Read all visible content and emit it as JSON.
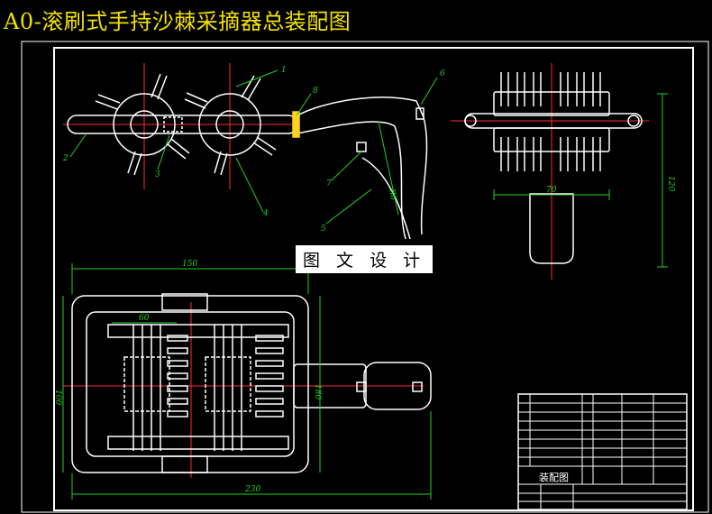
{
  "title": "A0-滚刷式手持沙棘采摘器总装配图",
  "watermark": "图 文 设 计",
  "colors": {
    "background": "#000000",
    "title": "#f2e200",
    "outline": "#ffffff",
    "center_line": "#ff2a2a",
    "leader": "#22d022",
    "highlight": "#ffd21e"
  },
  "part_callouts": [
    "1",
    "2",
    "3",
    "4",
    "5",
    "6",
    "7",
    "8"
  ],
  "dimensions": {
    "side_width": "70",
    "side_height": "120",
    "plan_top": "150",
    "plan_inner": "60",
    "plan_overall": "230",
    "plan_height": "100",
    "plan_right": "180",
    "curve": "R6"
  },
  "title_block": {
    "drawing_name": "装配图"
  }
}
